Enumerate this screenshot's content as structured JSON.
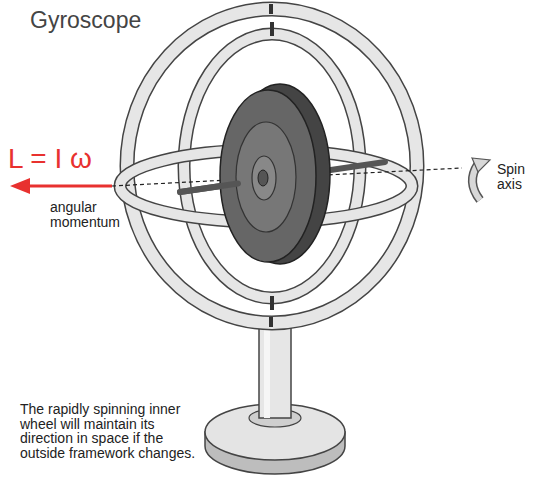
{
  "diagram": {
    "title": "Gyroscope",
    "labels": [
      "L = I ω",
      "angular momentum",
      "Spin axis",
      "The rapidly spinning inner wheel will maintain its direction in space if the outside framework changes."
    ]
  }
}
